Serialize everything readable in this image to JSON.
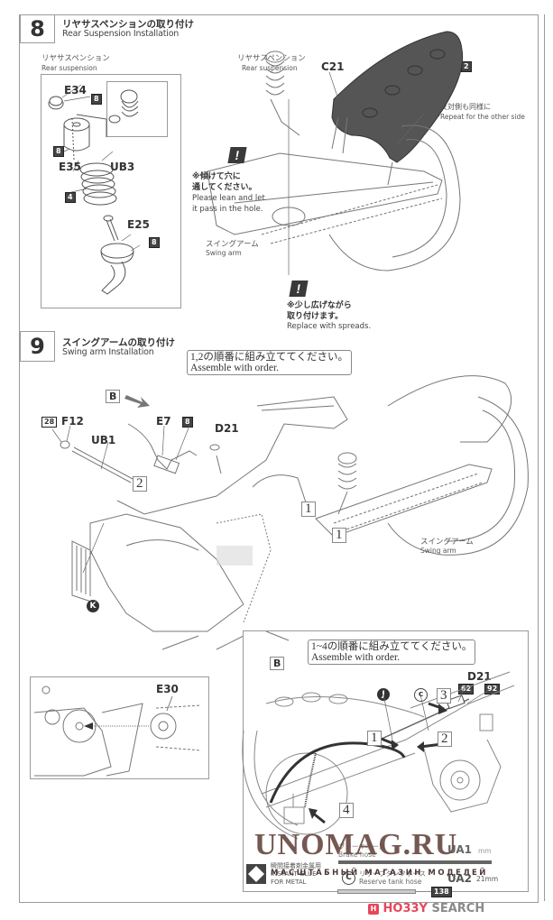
{
  "step8": {
    "number": "8",
    "title_jp": "リヤサスペンションの取り付け",
    "title_en": "Rear Suspension Installation",
    "left_label_jp": "リヤサスペンション",
    "left_label_en": "Rear suspension",
    "right_label_jp": "リヤサスペンション",
    "right_label_en": "Rear suspension",
    "parts": {
      "e34": "E34",
      "e35": "E35",
      "ub3": "UB3",
      "e25": "E25",
      "c21": "C21"
    },
    "codes": {
      "e34": "8",
      "e35": "8",
      "ub3": "4",
      "e25": "8",
      "c21_color": "2",
      "repeat": "8"
    },
    "repeat_jp": "反対側も同様に",
    "repeat_en": "Repeat for the other side",
    "warning1_jp": [
      "※傾けて穴に",
      "通してください。"
    ],
    "warning1_en": [
      "Please lean and let",
      "it pass in the hole."
    ],
    "warning2_jp": [
      "※少し広げながら",
      "取り付けます。"
    ],
    "warning2_en": [
      "Replace with spreads."
    ],
    "swingarm_jp": "スイングアーム",
    "swingarm_en": "Swing arm"
  },
  "step9": {
    "number": "9",
    "title_jp": "スイングアームの取り付け",
    "title_en": "Swing arm Installation",
    "order_note_jp": "1,2の順番に組み立ててください。",
    "order_note_en": "Assemble with order.",
    "view_b": "B",
    "parts": {
      "f12": "F12",
      "ub1": "UB1",
      "e7": "E7",
      "d21": "D21",
      "e30": "E30"
    },
    "codes": {
      "f12": "28",
      "e7": "8"
    },
    "order_marks": [
      "2",
      "1",
      "1"
    ],
    "marker_k": "K",
    "swingarm_jp": "スイングアーム",
    "swingarm_en": "Swing arm"
  },
  "inset_b": {
    "label": "B",
    "order_note_jp": "1~4の順番に組み立ててください。",
    "order_note_en": "Assemble with order.",
    "marker_j": "J",
    "marker_c": "c",
    "part_d21": "D21",
    "codes": [
      "62",
      "92"
    ],
    "order_marks": [
      "1",
      "2",
      "3",
      "4"
    ]
  },
  "legend": {
    "glue_jp": "瞬間接着剤金属用",
    "glue_en": [
      "INSTANT GLUE",
      "FOR METAL"
    ],
    "hose_j_jp": "ブレーキホース",
    "hose_j_en": "Brake hose",
    "hose_j_part": "UA1",
    "hose_j_len": "mm",
    "hose_c_marker": "C",
    "hose_c_jp": "リザーブタンクホース",
    "hose_c_en": "Reserve tank hose",
    "hose_c_part": "UA2",
    "hose_c_len": "21mm",
    "color_code": "138"
  },
  "watermark": {
    "title": "UNOMAG.RU",
    "subtitle": "МАСШТАБНЫЙ МАГАЗИН МОДЕЛЕЙ"
  },
  "hobbysearch": {
    "brand_a": "HO33Y",
    "brand_b": " SEARCH",
    "brand_color": "#e8465a",
    "brand_color_b": "#8a8a8a"
  }
}
